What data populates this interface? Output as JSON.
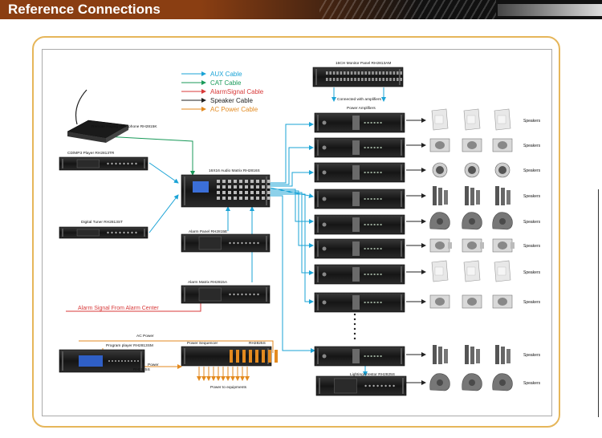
{
  "header": {
    "title": "Reference Connections"
  },
  "legend": [
    {
      "label": "AUX Cable",
      "color": "#1aa3d6"
    },
    {
      "label": "CAT Cable",
      "color": "#1a9a5a"
    },
    {
      "label": "AlarmSignal Cable",
      "color": "#d83a3a"
    },
    {
      "label": "Speaker Cable",
      "color": "#222222"
    },
    {
      "label": "AC Power Cable",
      "color": "#e38a1f"
    }
  ],
  "devices": {
    "mic": "Remote Paging Microphone RH2815K",
    "cd": "CD/MP3 Player RH2813TR",
    "tuner": "Digital Tuner RH2813ST",
    "matrix": "16X16 Audio Matrix RH2816S",
    "alarm_panel": "Alarm Panel RH2815E",
    "alarm_matrix": "Alarm Matrix RH2815A",
    "monitor": "16CH Monitor Panel RH2813AM",
    "amps_caption": "Connected with amplifiers",
    "amps_title": "Power Amplifiers",
    "lightning": "LightingArrestor RH2825S",
    "program": "Program player RH2813SM",
    "sequencer": "Power Sequencer",
    "sequencer_model": "RH2825S",
    "ac_power": "AC Power",
    "to_equipment": "Power to equipments",
    "side_a": "Power",
    "side_b": "RH2825S",
    "alarm_signal": "Alarm Signal From Alarm Center"
  },
  "speaker_label": "Speakers",
  "speaker_rows": [
    "wall",
    "horn",
    "ceiling",
    "column",
    "rock",
    "horn2",
    "wall",
    "horn",
    "column",
    "rock"
  ]
}
